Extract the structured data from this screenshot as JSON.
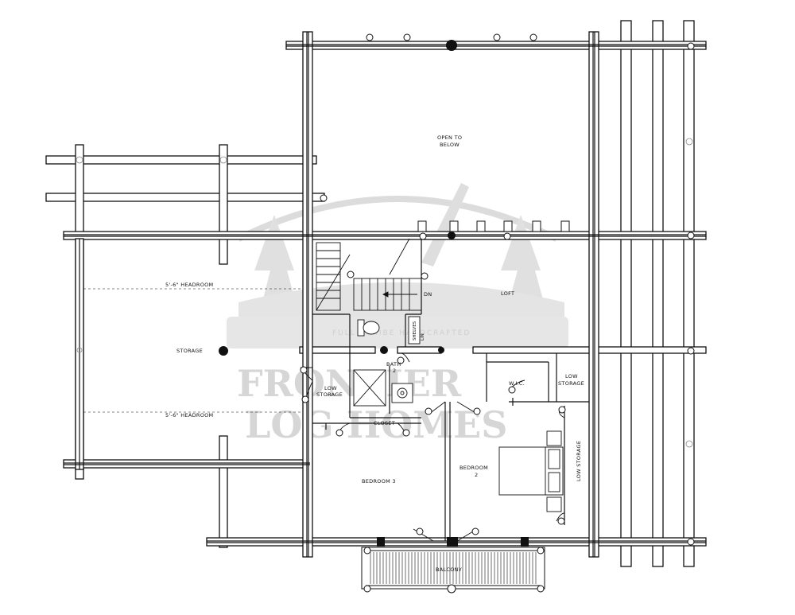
{
  "watermark": {
    "line1": "FRONTIER",
    "line2": "LOG HOMES",
    "tagline": "FULL SCRIBE HANDCRAFTED"
  },
  "rooms": {
    "open_to_below": [
      "OPEN TO",
      "BELOW"
    ],
    "loft": "LOFT",
    "storage": "STORAGE",
    "headroom_top": "5'-6\" HEADROOM",
    "headroom_bottom": "5'-6\" HEADROOM",
    "low_storage_left": [
      "LOW",
      "STORAGE"
    ],
    "bath": [
      "BATH",
      "2"
    ],
    "closet": "CLOSET",
    "shelves": "SHELVES",
    "linen": "LIN",
    "wic": "W.I.C.",
    "low_storage_right": [
      "LOW",
      "STORAGE"
    ],
    "low_storage_vertical": "LOW STORAGE",
    "bedroom3": "BEDROOM 3",
    "bedroom2": [
      "BEDROOM",
      "2"
    ],
    "balcony": "BALCONY",
    "stair_dn": "DN"
  },
  "colors": {
    "ink": "#111111",
    "watermark": "#d6d6d6",
    "paper": "#ffffff"
  }
}
